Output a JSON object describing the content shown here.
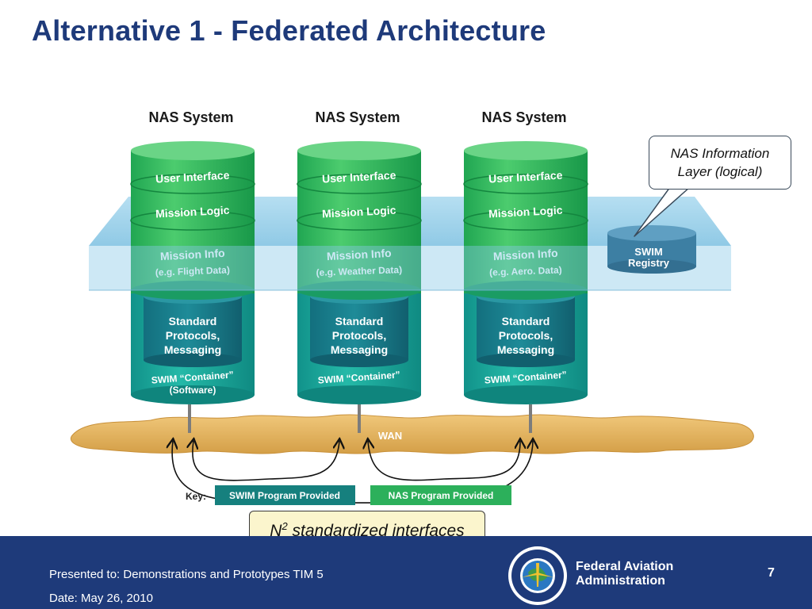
{
  "slide": {
    "title": "Alternative 1 - Federated Architecture"
  },
  "colors": {
    "title_blue": "#1e3a7a",
    "green_top": "#4cc36a",
    "green_dark": "#179c4a",
    "teal_container": "#1aa59a",
    "teal_dark": "#11807a",
    "info_layer": "#8cc9e6",
    "wan_cloud": "#e5b45e",
    "swim_key": "#16807e",
    "nas_key": "#2cb05b"
  },
  "diagram": {
    "systems": [
      {
        "header": "NAS System",
        "ui": "User Interface",
        "logic": "Mission Logic",
        "info": "Mission Info",
        "info_detail": "(e.g. Flight Data)",
        "protocols": [
          "Standard",
          "Protocols,",
          "Messaging"
        ],
        "container": "SWIM “Container”",
        "container_detail": "(Software)"
      },
      {
        "header": "NAS System",
        "ui": "User Interface",
        "logic": "Mission Logic",
        "info": "Mission Info",
        "info_detail": "(e.g. Weather Data)",
        "protocols": [
          "Standard",
          "Protocols,",
          "Messaging"
        ],
        "container": "SWIM “Container”",
        "container_detail": ""
      },
      {
        "header": "NAS System",
        "ui": "User Interface",
        "logic": "Mission Logic",
        "info": "Mission Info",
        "info_detail": "(e.g. Aero. Data)",
        "protocols": [
          "Standard",
          "Protocols,",
          "Messaging"
        ],
        "container": "SWIM “Container”",
        "container_detail": ""
      }
    ],
    "registry": {
      "line1": "SWIM",
      "line2": "Registry"
    },
    "wan_label": "WAN",
    "key": {
      "label": "Key:",
      "swim": "SWIM Program Provided",
      "nas": "NAS Program Provided"
    }
  },
  "callouts": {
    "info_layer": {
      "line1": "NAS Information",
      "line2": "Layer (logical)"
    },
    "interfaces": {
      "n": "N",
      "power": "2",
      "standardized": "standardized",
      "rest": "interfaces"
    }
  },
  "footer": {
    "presented": "Presented to: Demonstrations and Prototypes TIM 5",
    "date": "Date: May 26, 2010",
    "org_line1": "Federal Aviation",
    "org_line2": "Administration",
    "page": "7"
  }
}
